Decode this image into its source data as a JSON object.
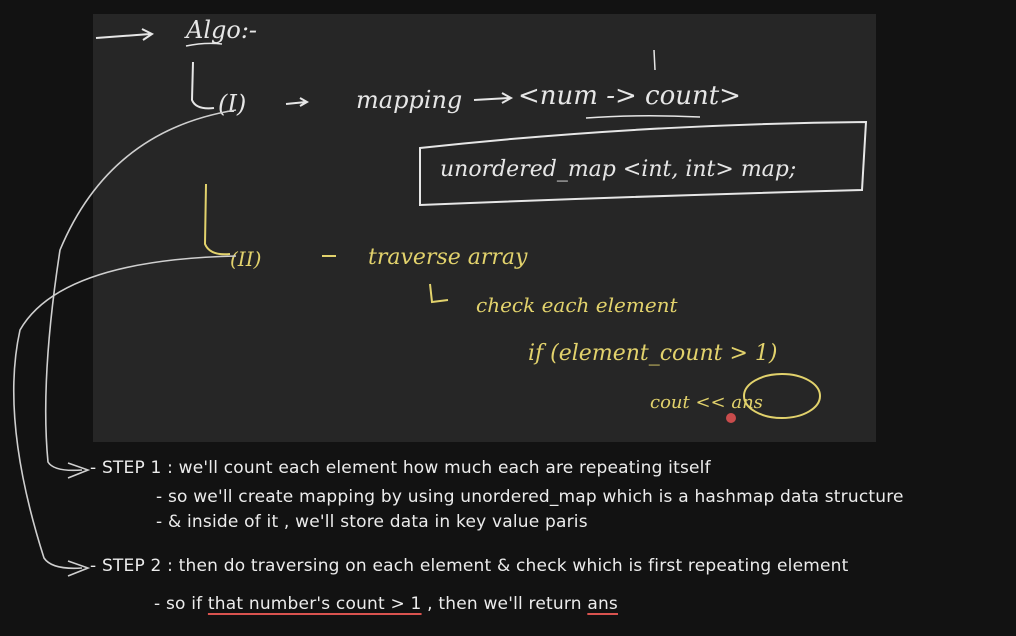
{
  "board": {
    "heading": "Algo:-",
    "step1_marker": "(I)",
    "step1_text": "mapping",
    "map_pair": "<num -> count>",
    "map_decl": "unordered_map <int, int> map;",
    "step2_marker": "(II)",
    "step2_text": "traverse array",
    "check_text": "check each element",
    "if_text": "if (element_count > 1)",
    "return_text": "cout << ans"
  },
  "notes": {
    "step1": "- STEP 1 : we'll count each element how much each are repeating itself",
    "step1_sub1": "- so we'll create mapping by using unordered_map which is a hashmap data structure",
    "step1_sub2": "- & inside of it , we'll store data in key value paris",
    "step2": "- STEP 2 : then do traversing on each element & check which is first repeating element",
    "step2_sub1_prefix": "- so if ",
    "step2_sub1_underlined": "that number's count > 1",
    "step2_sub1_mid": " , then we'll return ",
    "step2_sub1_ans": "ans"
  },
  "colors": {
    "background": "#121212",
    "board": "#262626",
    "white_ink": "#e6e6e6",
    "yellow_ink": "#e2d26c",
    "red_underline": "#d9534f",
    "pointer_dot": "#c94c4c"
  }
}
